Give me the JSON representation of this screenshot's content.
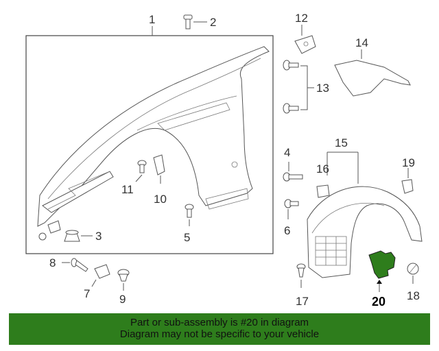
{
  "callouts": {
    "c1": "1",
    "c2": "2",
    "c3": "3",
    "c4": "4",
    "c5": "5",
    "c6": "6",
    "c7": "7",
    "c8": "8",
    "c9": "9",
    "c10": "10",
    "c11": "11",
    "c12": "12",
    "c13": "13",
    "c14": "14",
    "c15": "15",
    "c16": "16",
    "c17": "17",
    "c18": "18",
    "c19": "19",
    "c20": "20"
  },
  "highlight": {
    "part_number": "20",
    "color": "#2e7d1c"
  },
  "banner": {
    "line1": "Part or sub-assembly is #20 in diagram",
    "line2": "Diagram may not be specific to your vehicle",
    "background": "#2e7d1c"
  }
}
